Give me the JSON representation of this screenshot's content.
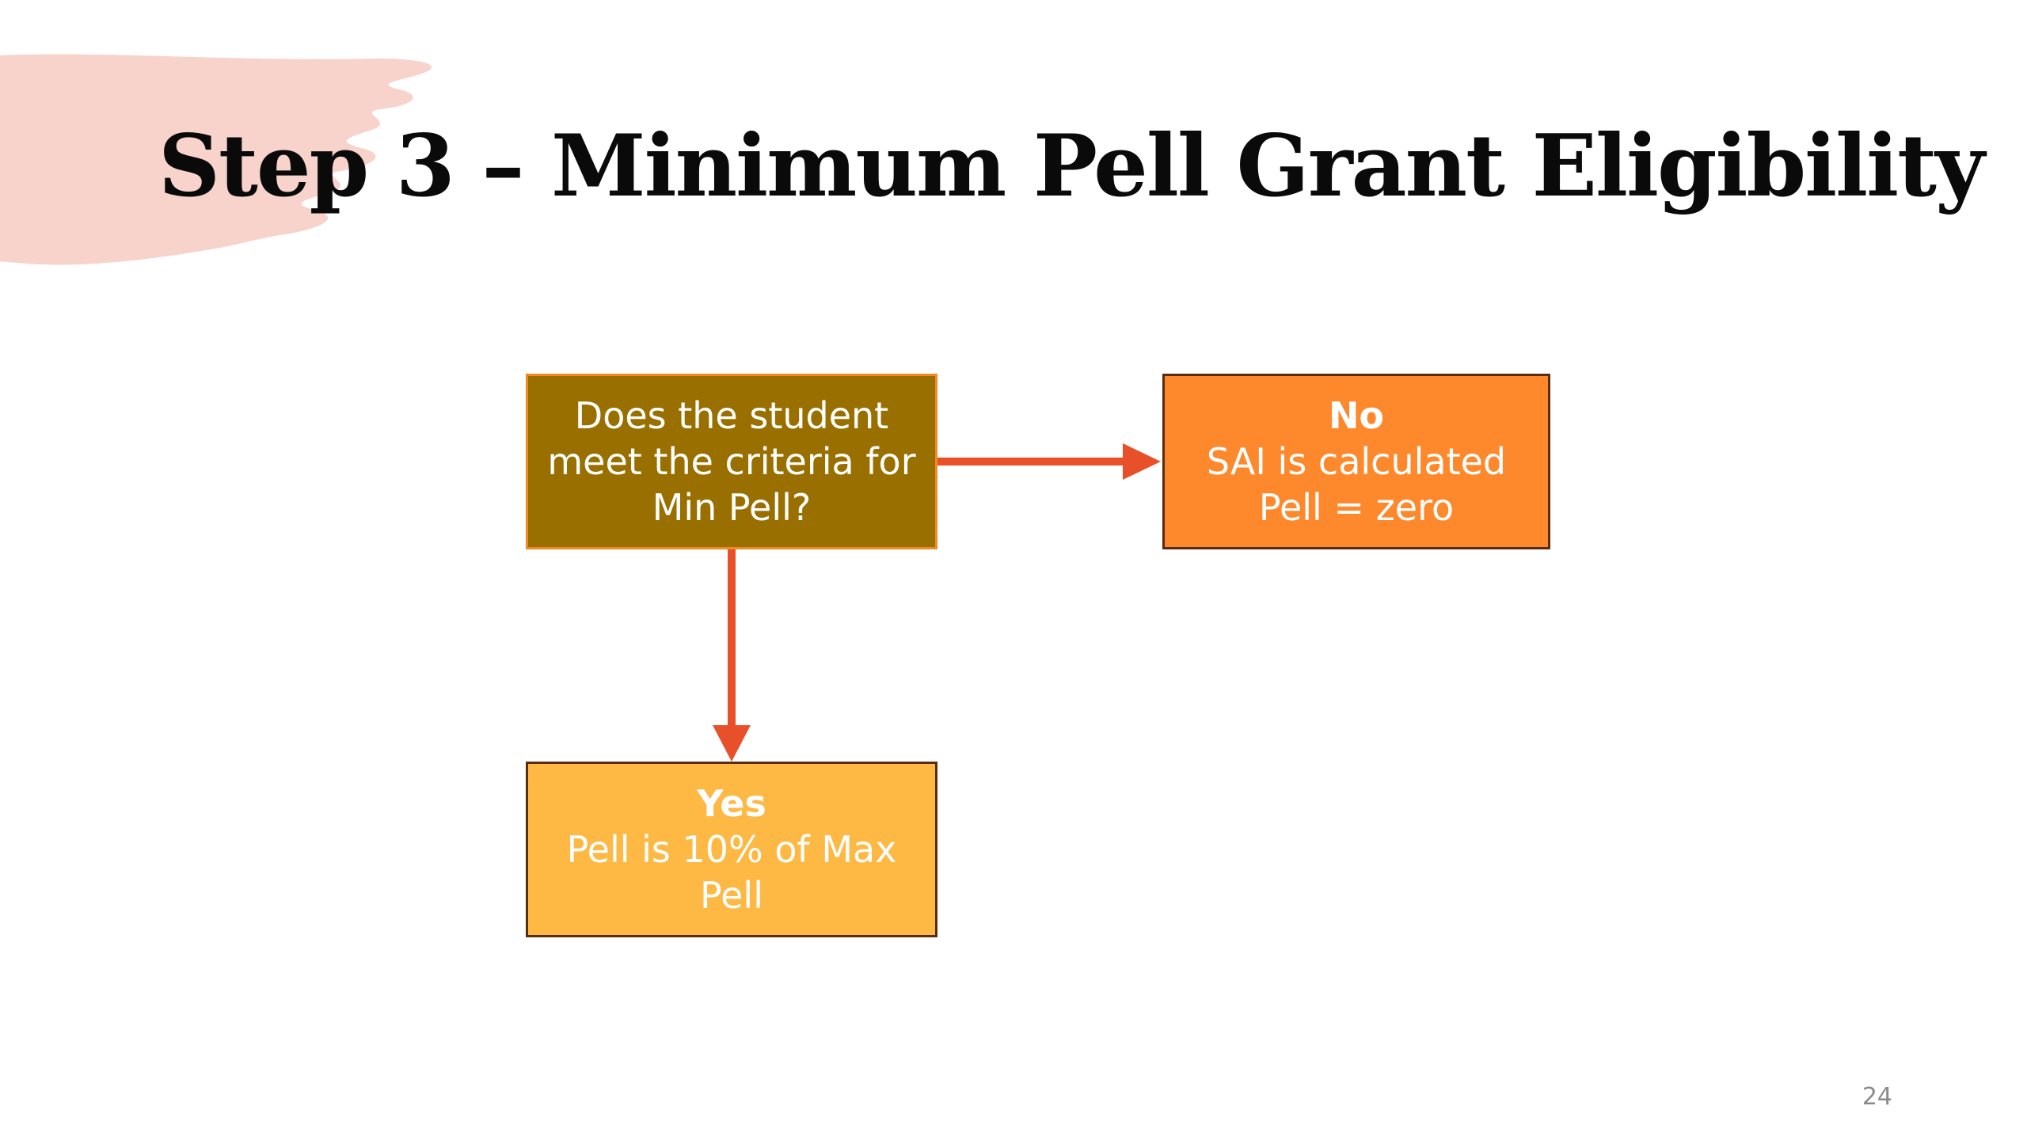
{
  "slide": {
    "title": "Step 3 – Minimum Pell Grant Eligibility",
    "page_number": "24"
  },
  "diagram": {
    "question": {
      "lines": [
        "Does the student",
        "meet the criteria for",
        "Min Pell?"
      ]
    },
    "no_outcome": {
      "heading": "No",
      "lines": [
        "SAI is calculated",
        "Pell = zero"
      ]
    },
    "yes_outcome": {
      "heading": "Yes",
      "lines": [
        "Pell is 10% of Max",
        "Pell"
      ]
    }
  },
  "colors": {
    "question_fill": "#996f00",
    "no_fill": "#fe882c",
    "yes_fill": "#feb844",
    "arrow": "#e8502a",
    "brush": "#f7d3cc"
  }
}
